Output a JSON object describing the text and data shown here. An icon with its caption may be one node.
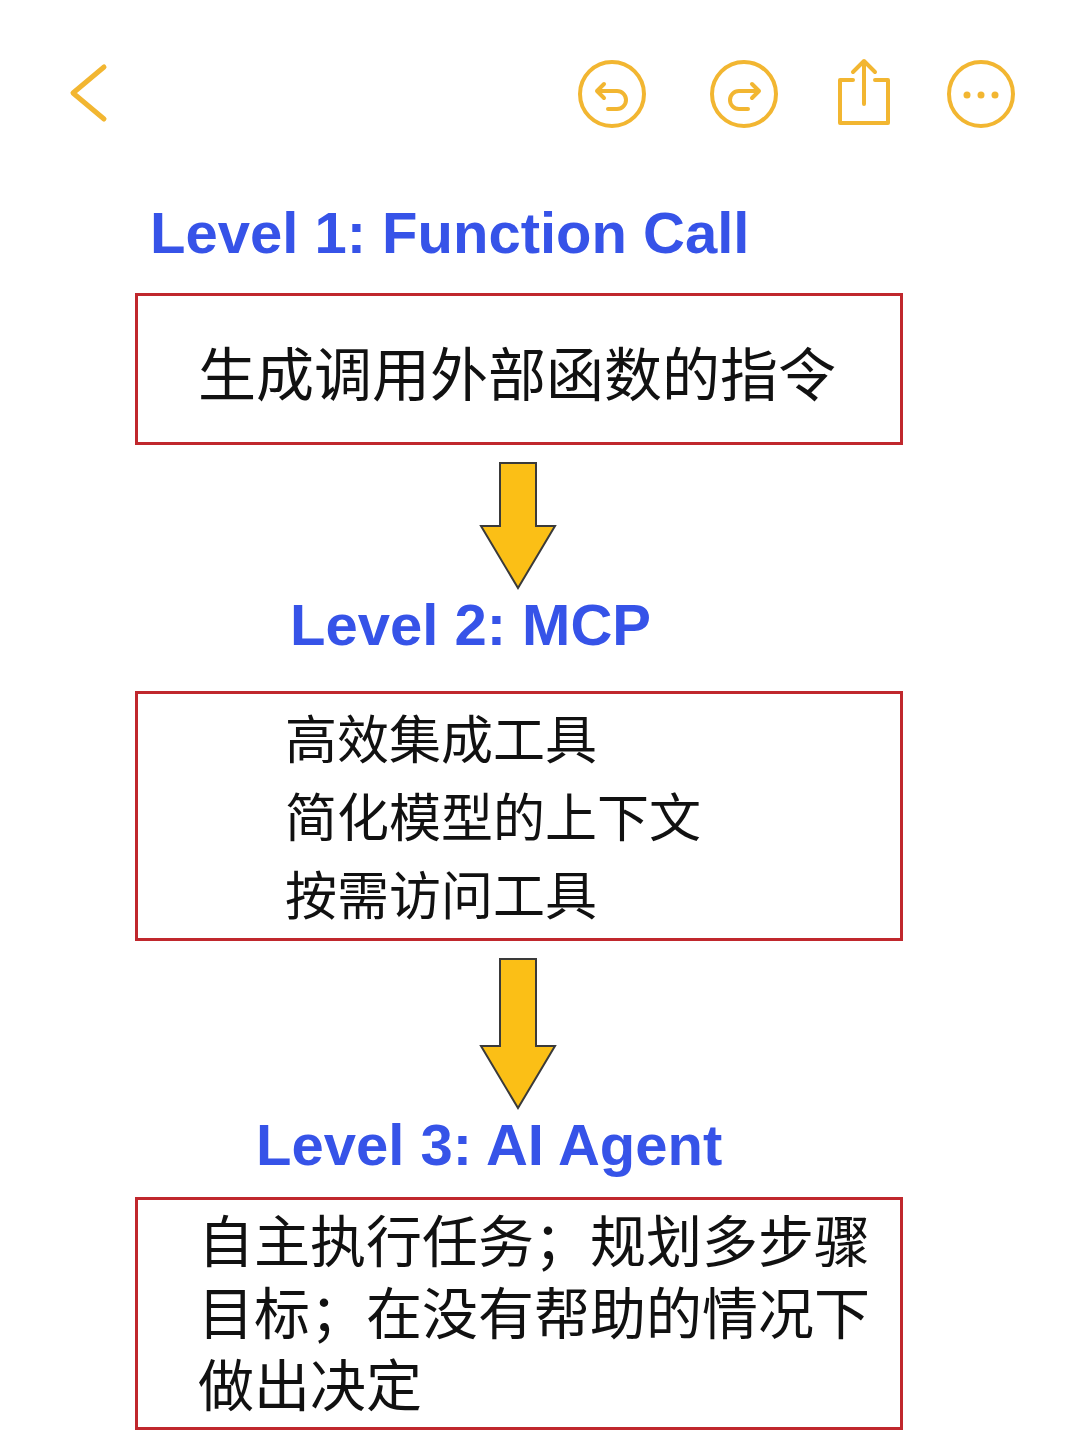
{
  "diagram": {
    "nodes": [
      {
        "text": [
          "Level 1: Function Call",
          "生成调用外部函数的指令"
        ]
      },
      {
        "text": [
          "Level 2: MCP",
          "高效集成工具",
          "简化模型的上下文",
          "按需访问工具"
        ]
      },
      {
        "text": [
          "Level 3: AI Agent",
          "自主执行任务；规划多步骤目标；在没有帮助的情况下做出决定"
        ]
      }
    ],
    "edges": [
      {
        "from": 0,
        "to": 1,
        "arrow": "to"
      },
      {
        "from": 1,
        "to": 2,
        "arrow": "to"
      }
    ]
  }
}
